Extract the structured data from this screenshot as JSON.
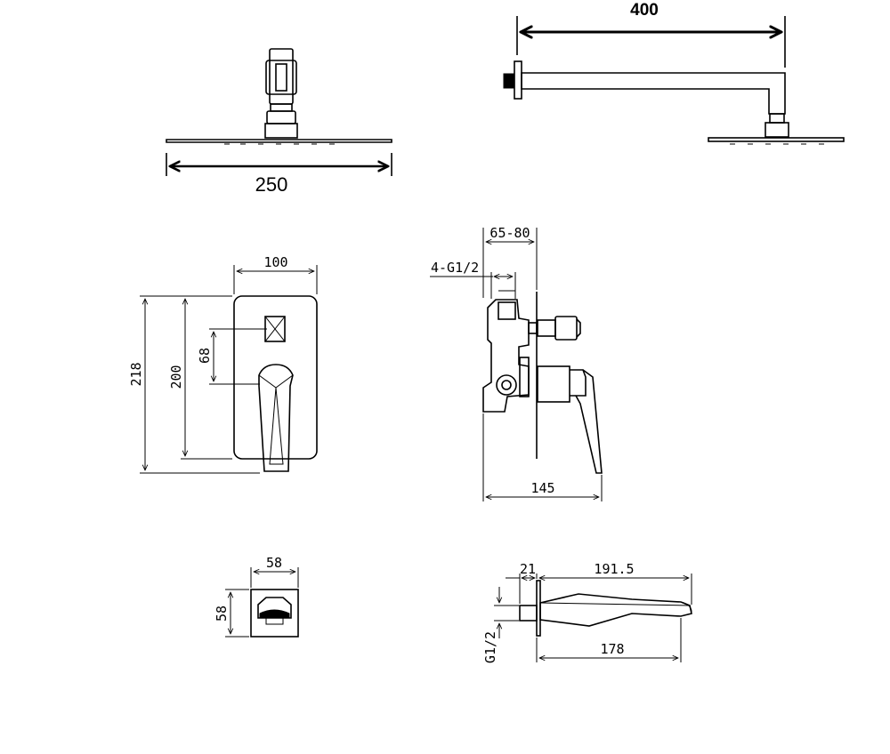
{
  "top_left_view": {
    "width_label": "250"
  },
  "top_right_view": {
    "arm_length_label": "400"
  },
  "mixer_front_view": {
    "plate_width_label": "100",
    "overall_height_label": "218",
    "plate_height_label": "200",
    "spacing_label": "68"
  },
  "mixer_side_view": {
    "depth_label": "65-80",
    "thread_label": "4-G1/2",
    "total_depth_label": "145"
  },
  "spout_front_view": {
    "width_label": "58",
    "height_label": "58"
  },
  "spout_side_view": {
    "flange_label": "21",
    "overall_length_label": "191.5",
    "body_length_label": "178",
    "thread_label": "G1/2"
  }
}
